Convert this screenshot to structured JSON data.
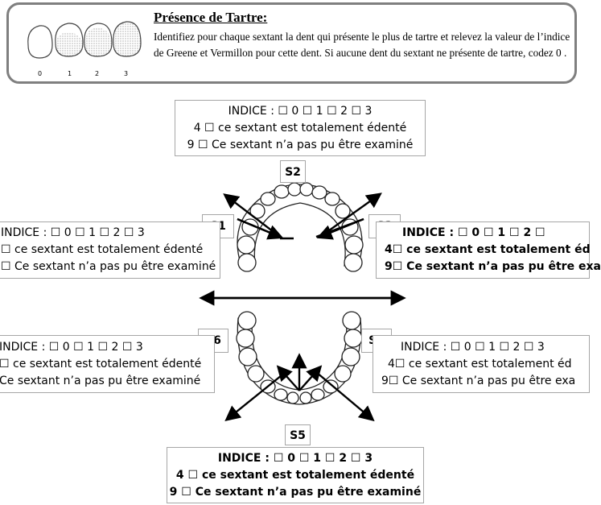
{
  "header": {
    "title": "Présence de Tartre:",
    "instruction": "Identifiez pour chaque sextant la dent qui présente le plus de tartre et relevez la valeur de l’indice de Greene et Vermillon pour cette dent. Si aucune dent du sextant ne présente de tartre, codez 0 .",
    "scale_labels": [
      "0",
      "1",
      "2",
      "3"
    ]
  },
  "sextants": {
    "S2": {
      "label": "S2",
      "line1": "INDICE : ☐ 0   ☐ 1    ☐ 2    ☐ 3",
      "line2": "4 ☐  ce sextant est totalement édenté",
      "line3": "9 ☐ Ce sextant n’a pas pu être examiné"
    },
    "S1": {
      "label": "S1",
      "line1": "INDICE : ☐ 0   ☐ 1    ☐ 2     ☐ 3",
      "line2": "☐ ce sextant est totalement édenté",
      "line3": "☐ Ce sextant n’a pas pu être examiné"
    },
    "S3": {
      "label": "S3",
      "line1": "INDICE : ☐ 0    ☐ 1    ☐ 2     ☐",
      "line2": "4☐  ce sextant est totalement éd",
      "line3": "9☐ Ce sextant n’a pas pu être exa"
    },
    "S6": {
      "label": "S6",
      "line1": "INDICE : ☐ 0    ☐ 1    ☐ 2     ☐ 3",
      "line2": "☐ ce sextant est totalement édenté",
      "line3": "Ce sextant n’a pas pu être examiné"
    },
    "S4": {
      "label": "S4",
      "line1": "INDICE : ☐ 0    ☐ 1    ☐ 2     ☐ 3",
      "line2": "4☐  ce sextant est totalement éd",
      "line3": "9☐ Ce sextant n’a pas pu être exa"
    },
    "S5": {
      "label": "S5",
      "line1": "INDICE : ☐ 0    ☐ 1    ☐ 2     ☐ 3",
      "line2": "4 ☐  ce sextant est totalement édenté",
      "line3": "9 ☐  Ce sextant n’a pas pu être examiné"
    }
  }
}
